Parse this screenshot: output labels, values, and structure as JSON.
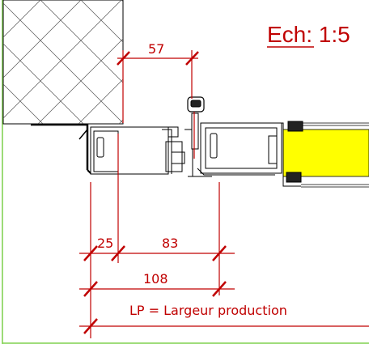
{
  "drawing": {
    "scale_label": "Ech: 1:5",
    "dimensions": {
      "top_offset": "57",
      "left_offset": "25",
      "frame_depth": "83",
      "total_depth": "108",
      "lp_label": "LP = Largeur production"
    },
    "colors": {
      "dimension": "#cc0000",
      "profile": "#000000",
      "glass": "#ffff00",
      "wall_border": "#7ccf4a"
    }
  }
}
